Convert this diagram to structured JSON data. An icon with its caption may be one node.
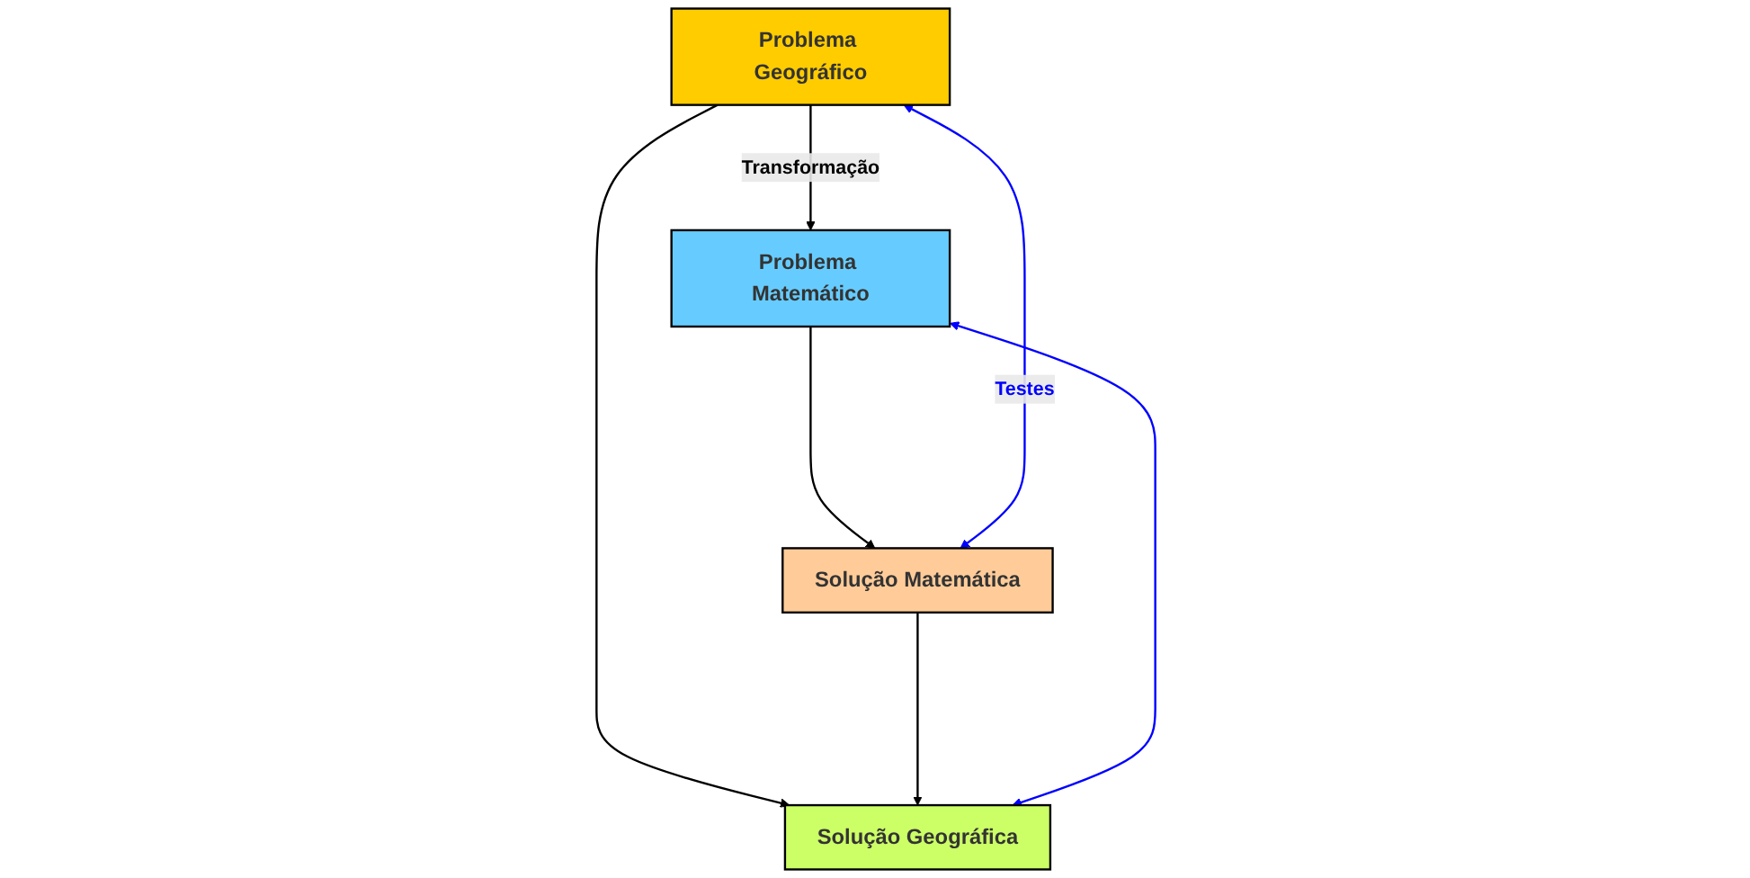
{
  "diagram": {
    "nodes": [
      {
        "text": [
          "Problema Geográfico"
        ]
      },
      {
        "text": [
          "Problema Matemático"
        ]
      },
      {
        "text": [
          "Solução Geográfica"
        ]
      },
      {
        "text": [
          "Solução Matemática"
        ]
      }
    ],
    "edges": [
      {
        "from": 0,
        "to": 1,
        "arrow": "to",
        "label": "Transformação"
      },
      {
        "from": 0,
        "to": 2,
        "arrow": "to"
      },
      {
        "from": 1,
        "to": 3,
        "arrow": "to"
      },
      {
        "from": 3,
        "to": 2,
        "arrow": "to"
      },
      {
        "from": 0,
        "to": 3,
        "arrow": "both",
        "color": "#0000ff",
        "label": "Testes"
      },
      {
        "from": 1,
        "to": 2,
        "arrow": "both",
        "color": "#0000ff"
      }
    ]
  }
}
